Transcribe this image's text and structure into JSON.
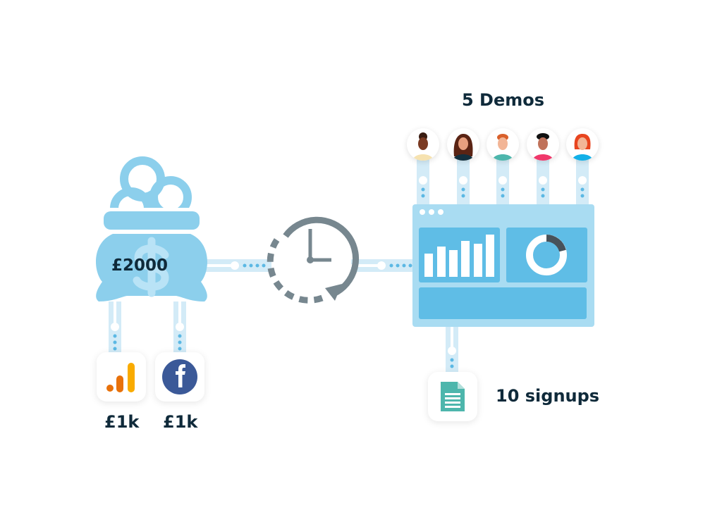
{
  "budget": {
    "amount": "£2000",
    "icon": "money-bag-icon"
  },
  "channels": [
    {
      "name": "google-analytics",
      "icon": "google-analytics-icon",
      "amount": "£1k"
    },
    {
      "name": "facebook",
      "icon": "facebook-icon",
      "amount": "£1k"
    }
  ],
  "timer": {
    "icon": "clock-history-icon"
  },
  "demos": {
    "label": "5 Demos",
    "count": 5
  },
  "signups": {
    "label": "10 signups",
    "icon": "document-icon"
  },
  "colors": {
    "light_blue": "#8ccfec",
    "band": "#d3ebf7",
    "dot": "#5bb8e4",
    "panel": "#5fbde6",
    "dashboard": "#a9dcf2",
    "clock": "#77878f",
    "text": "#0f2a3a",
    "facebook": "#3b5998",
    "ga_orange": "#e8710a",
    "ga_yellow": "#f9ab00",
    "doc": "#4db6ac"
  }
}
